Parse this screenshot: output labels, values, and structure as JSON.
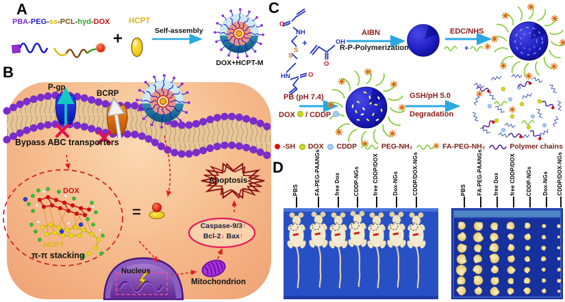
{
  "panelA": {
    "label": "A",
    "polymer_segments": [
      "PBA",
      "-",
      "PEG",
      "-",
      "ss",
      "-",
      "PCL",
      "-",
      "hyd",
      "-",
      "DOX"
    ],
    "plus": "+",
    "hcpt_label": "HCPT",
    "arrow_label": "Self-assembly",
    "product_label": "DOX+HCPT-M"
  },
  "panelB": {
    "label": "B",
    "pgp_label": "P-gp",
    "bcrp_label": "BCRP",
    "bypass_text": "Bypass ABC transporters",
    "dox_label": "DOX",
    "hcpt_label": "HCPT",
    "stacking_label": "π-π stacking",
    "equals": "=",
    "apoptosis_label": "Apoptosis",
    "caspase": {
      "line1": "Caspase-9/3",
      "line1_arrow": "↑",
      "bcl2": "Bcl-2",
      "bcl2_arrow": "↓",
      "bax": "Bax",
      "bax_arrow": "↑"
    },
    "nucleus_label": "Nucleus",
    "mitochondrion_label": "Mitochondrion"
  },
  "panelC": {
    "label": "C",
    "atoms": {
      "o1": "O",
      "nh1": "NH",
      "s1": "S",
      "s2": "S",
      "hn1": "HN",
      "o2": "O",
      "oh": "OH",
      "o3": "O"
    },
    "plus1": "+",
    "plus2": "+",
    "arrow1_top": "AIBN",
    "arrow1_bottom": "R-P-Polymerization",
    "arrow2_top": "EDC/NHS",
    "arrow3_top": "PB (pH 7.4)",
    "arrow3_dox": "DOX",
    "arrow3_sep": "/",
    "arrow3_cddp": "CDDP",
    "arrow4_top": "GSH/pH 5.0",
    "arrow4_bottom": "Degradation",
    "legend": [
      {
        "label": "-SH",
        "icon": "red-dot"
      },
      {
        "label": "DOX",
        "icon": "yellow-dot"
      },
      {
        "label": "CDDP",
        "icon": "blue-dot"
      },
      {
        "label": "PEG-NH₂",
        "icon": "green-squiggle"
      },
      {
        "label": "FA-PEG-NH₂",
        "icon": "green-squiggle-star"
      },
      {
        "label": "Polymer chains",
        "icon": "purple-squiggle"
      }
    ]
  },
  "panelD": {
    "label": "D",
    "left_groups": [
      "PBS",
      "FA-PEG-PAANGs",
      "free Dox",
      "CDDP-NGs",
      "free CDDP/DOX",
      "Dox-NGs",
      "CDDP/DOX-NGs"
    ],
    "right_groups": [
      "PBS",
      "FA-PEG-PAANGs",
      "free Dox",
      "free CDDP/DOX",
      "CDDP-NGs",
      "Dox-NGs",
      "CDDP/DOX-NGs"
    ]
  },
  "colors": {
    "arrow_cyan": "#2aa9e0",
    "reagent_text_maroon": "#8b1a1a",
    "membrane_purple": "#7a2dc9",
    "cell_bg_peach": "#f6bd8e",
    "sphere_blue": "#1c1cc0",
    "peg_green": "#8ccf45",
    "star_orange": "#e0761a",
    "mice_photo_blue": "#2750c5",
    "tumor_photo_blue": "#16309e",
    "apoptosis_outline": "#8b1010",
    "caspase_oval": "#e8185a"
  }
}
